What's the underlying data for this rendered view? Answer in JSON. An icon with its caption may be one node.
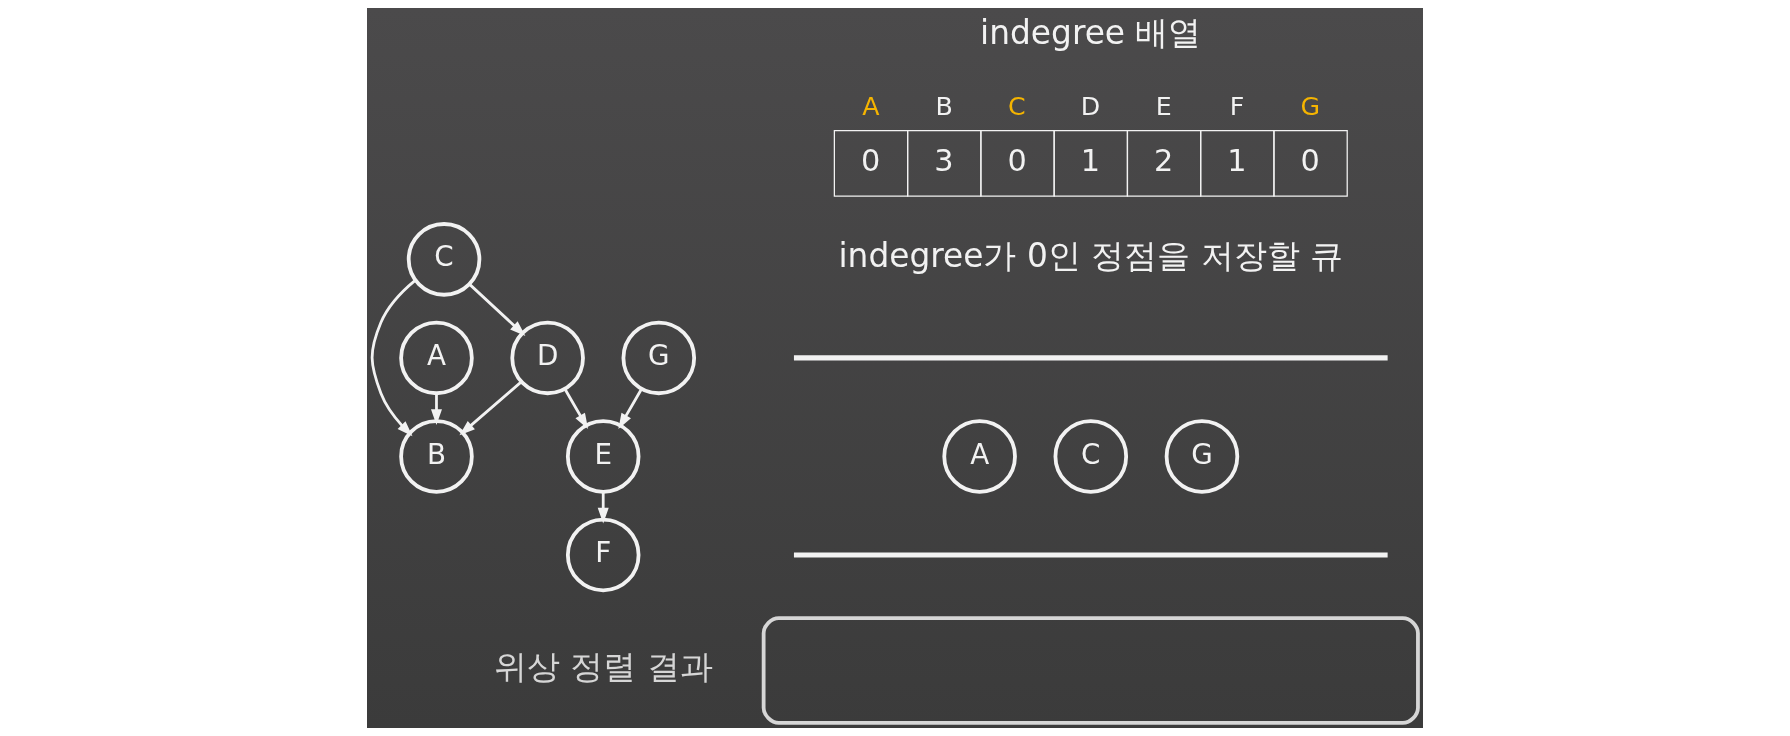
{
  "diagram": {
    "nodes": [
      {
        "text": [
          "B"
        ]
      },
      {
        "text": [
          "C"
        ]
      },
      {
        "text": [
          "A"
        ]
      },
      {
        "text": [
          "D"
        ]
      },
      {
        "text": [
          "E"
        ]
      },
      {
        "text": [
          "G"
        ]
      },
      {
        "text": [
          "F"
        ]
      },
      {
        "text": [
          "A"
        ]
      },
      {
        "text": [
          "C"
        ]
      },
      {
        "text": [
          "G"
        ]
      },
      {
        "text": [],
        "shape": "box",
        "beside": [
          "위상 정렬 결과"
        ]
      }
    ],
    "edges": [
      {
        "from": 1,
        "to": 0,
        "arrow": "to"
      },
      {
        "from": 2,
        "to": 0,
        "arrow": "to"
      },
      {
        "from": 3,
        "to": 0,
        "arrow": "to"
      },
      {
        "from": 1,
        "to": 3,
        "arrow": "to"
      },
      {
        "from": 3,
        "to": 4,
        "arrow": "to"
      },
      {
        "from": 5,
        "to": 4,
        "arrow": "to"
      },
      {
        "from": 4,
        "to": 6,
        "arrow": "to"
      }
    ],
    "labels": [
      "indegree 배열",
      "A",
      "B",
      "C",
      "D",
      "E",
      "F",
      "G",
      "0",
      "3",
      "0",
      "1",
      "2",
      "1",
      "0",
      "indegree가 0인 정점을 저장할 큐"
    ]
  }
}
